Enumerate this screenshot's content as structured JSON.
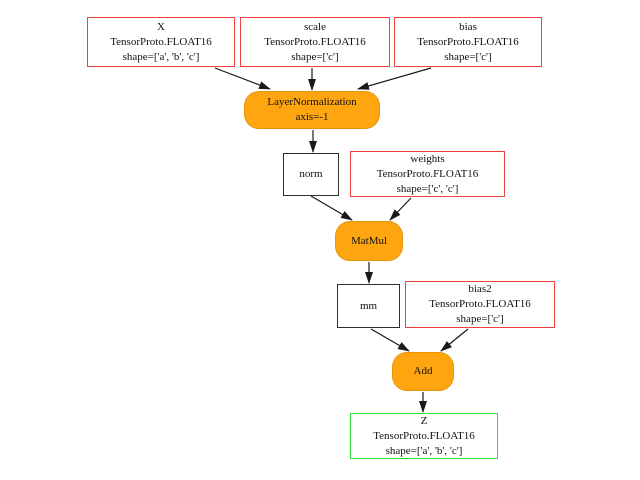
{
  "diagram": {
    "title": "onnx-graph-layernorm-matmul-add",
    "tensors": {
      "X": {
        "name": "X",
        "dtype": "TensorProto.FLOAT16",
        "shape": "shape=['a', 'b', 'c']"
      },
      "scale": {
        "name": "scale",
        "dtype": "TensorProto.FLOAT16",
        "shape": "shape=['c']"
      },
      "bias": {
        "name": "bias",
        "dtype": "TensorProto.FLOAT16",
        "shape": "shape=['c']"
      },
      "weights": {
        "name": "weights",
        "dtype": "TensorProto.FLOAT16",
        "shape": "shape=['c', 'c']"
      },
      "bias2": {
        "name": "bias2",
        "dtype": "TensorProto.FLOAT16",
        "shape": "shape=['c']"
      },
      "Z": {
        "name": "Z",
        "dtype": "TensorProto.FLOAT16",
        "shape": "shape=['a', 'b', 'c']"
      }
    },
    "intermediates": {
      "norm": {
        "label": "norm"
      },
      "mm": {
        "label": "mm"
      }
    },
    "ops": {
      "layernorm": {
        "label": "LayerNormalization",
        "attr": "axis=-1"
      },
      "matmul": {
        "label": "MatMul"
      },
      "add": {
        "label": "Add"
      }
    },
    "colors": {
      "input_border": "#f04040",
      "output_border": "#35dc35",
      "op_fill": "#ffa510",
      "op_border": "#e8940a",
      "node_border": "#2e2e2e",
      "edge": "#1a1a1a"
    }
  }
}
